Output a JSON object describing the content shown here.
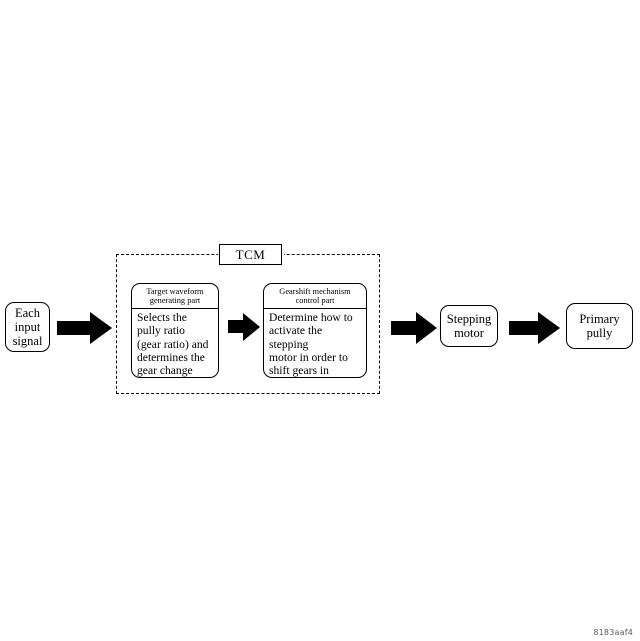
{
  "diagram": {
    "type": "block-flow-diagram",
    "background_color": "#ffffff",
    "line_color": "#000000",
    "nodes": [
      {
        "id": "input",
        "label": "Each\ninput\nsignal",
        "shape": "rounded-rectangle"
      },
      {
        "id": "stepping-motor",
        "label": "Stepping\nmotor",
        "shape": "rounded-rectangle"
      },
      {
        "id": "primary-pully",
        "label": "Primary\npully",
        "shape": "rounded-rectangle"
      }
    ],
    "group": {
      "id": "tcm",
      "label": "TCM",
      "border_style": "dashed",
      "panels": [
        {
          "id": "target-waveform",
          "title": "Target waveform\ngenerating part",
          "body": "Selects the\npully ratio\n(gear ratio) and\ndetermines the\ngear change steps"
        },
        {
          "id": "gearshift",
          "title": "Gearshift mechanism\ncontrol part",
          "body": "Determine how to\nactivate the stepping\nmotor in order to\nshift gears in\naccordance with the\ntarget waveform."
        }
      ]
    },
    "arrows": [
      {
        "id": "input-to-tcm",
        "from": "input",
        "to": "tcm",
        "direction": "right"
      },
      {
        "id": "panel-to-panel",
        "from": "target-waveform",
        "to": "gearshift",
        "direction": "right"
      },
      {
        "id": "tcm-to-motor",
        "from": "tcm",
        "to": "stepping-motor",
        "direction": "right"
      },
      {
        "id": "motor-to-pully",
        "from": "stepping-motor",
        "to": "primary-pully",
        "direction": "right"
      }
    ]
  },
  "watermark": {
    "text": "8183aaf4"
  }
}
